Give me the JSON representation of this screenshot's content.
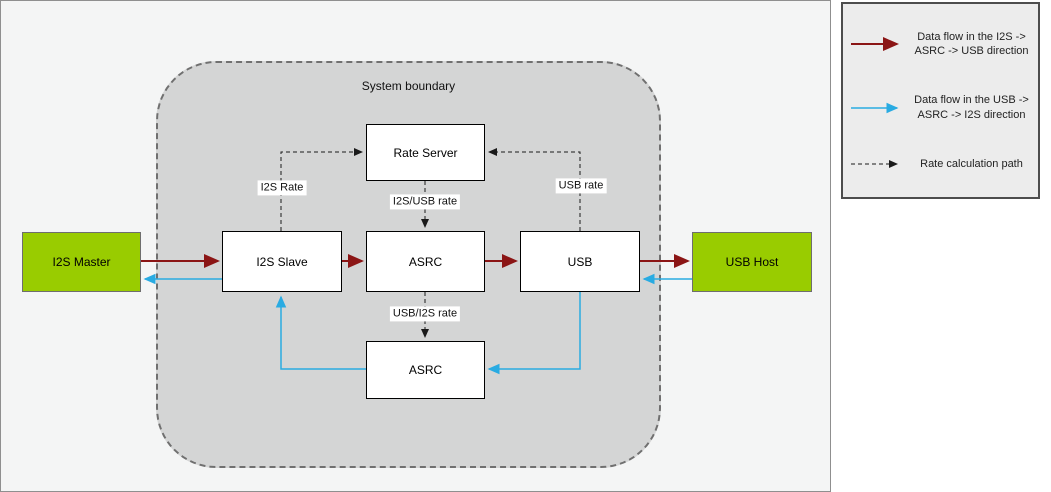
{
  "diagram": {
    "system_boundary_label": "System boundary",
    "nodes": {
      "rate_server": "Rate Server",
      "i2s_slave": "I2S Slave",
      "asrc_top": "ASRC",
      "usb": "USB",
      "asrc_bottom": "ASRC",
      "i2s_master": "I2S Master",
      "usb_host": "USB Host"
    },
    "edge_labels": {
      "i2s_rate": "I2S Rate",
      "i2s_usb_rate": "I2S/USB rate",
      "usb_rate": "USB rate",
      "usb_i2s_rate": "USB/I2S rate"
    }
  },
  "legend": {
    "items": [
      {
        "name": "forward-flow",
        "label": "Data flow in the I2S -> ASRC -> USB direction",
        "color": "#8b1515",
        "style": "solid"
      },
      {
        "name": "reverse-flow",
        "label": "Data flow in the USB -> ASRC -> I2S direction",
        "color": "#29abe2",
        "style": "solid"
      },
      {
        "name": "rate-calculation",
        "label": "Rate calculation path",
        "color": "#1a1a1a",
        "style": "dashed"
      }
    ]
  },
  "colors": {
    "canvas_bg": "#f4f5f5",
    "boundary_fill": "#d4d5d5",
    "boundary_stroke": "#707070",
    "node_fill": "#ffffff",
    "node_stroke": "#000000",
    "endpoint_fill": "#99cc00",
    "flow_forward": "#8b1515",
    "flow_reverse": "#29abe2",
    "rate_path": "#1a1a1a",
    "legend_bg": "#ececec",
    "legend_border": "#4d4d4d"
  }
}
